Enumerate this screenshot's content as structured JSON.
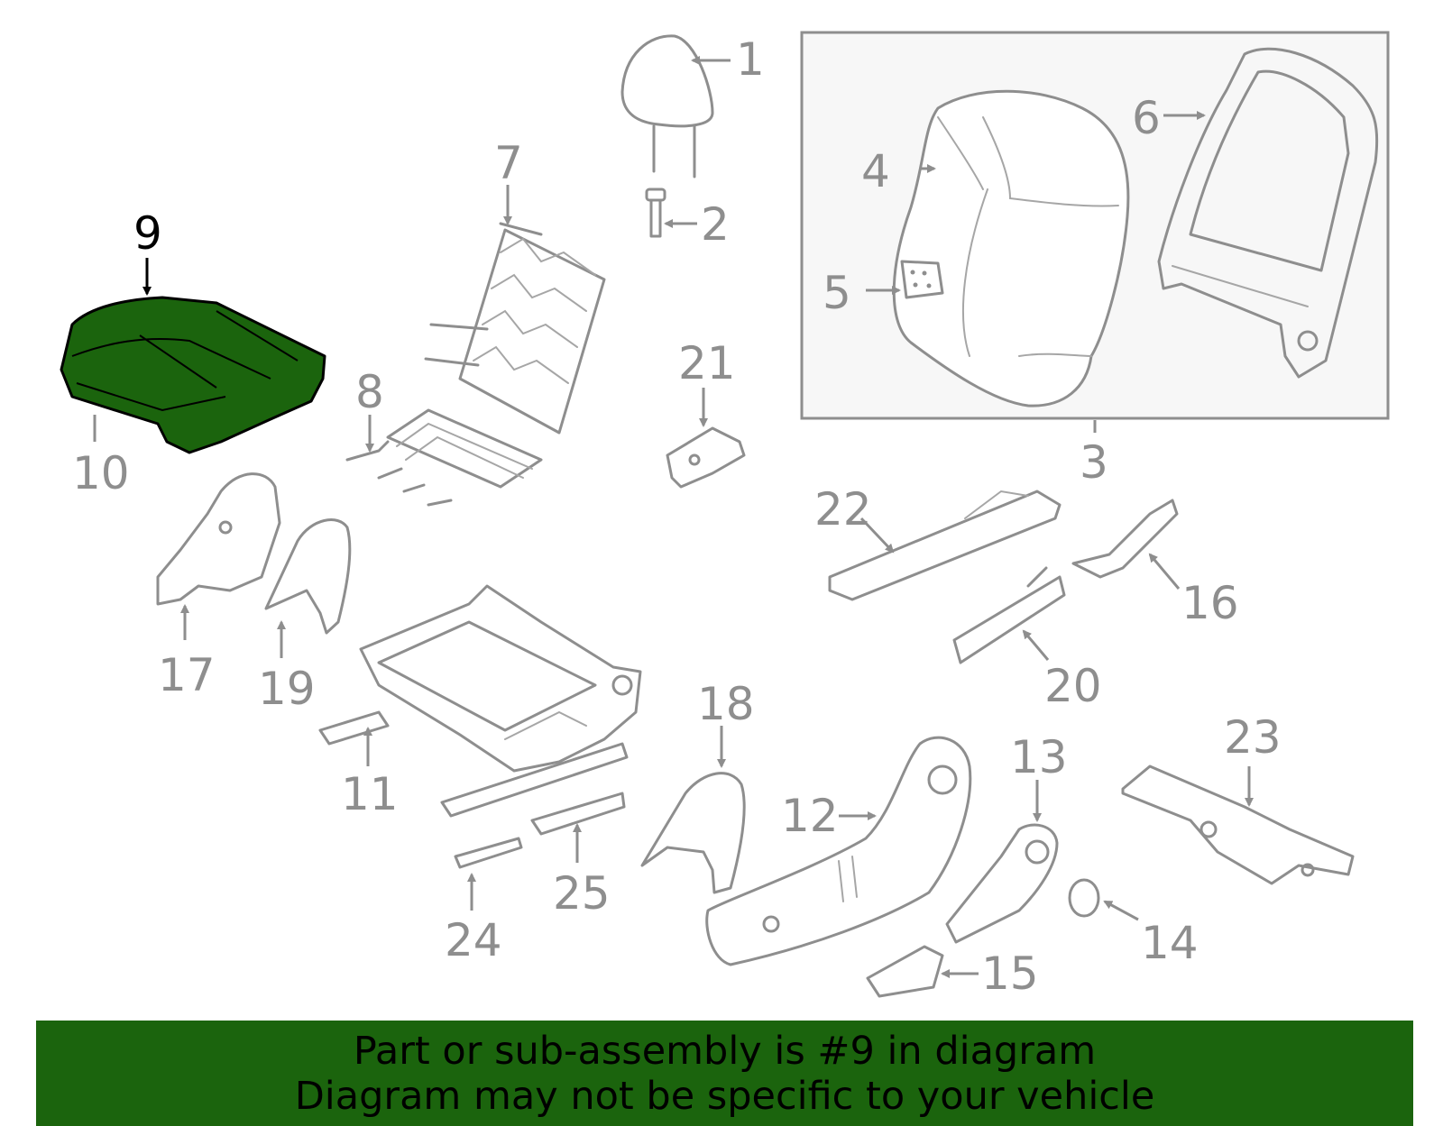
{
  "highlighted_part": "9",
  "colors": {
    "highlight_fill": "#1b640d",
    "line_gray": "#8e8e8e",
    "banner_bg": "#1b640d",
    "inset_bg": "#f7f7f7"
  },
  "callouts": {
    "c1": "1",
    "c2": "2",
    "c3": "3",
    "c4": "4",
    "c5": "5",
    "c6": "6",
    "c7": "7",
    "c8": "8",
    "c9": "9",
    "c10": "10",
    "c11": "11",
    "c12": "12",
    "c13": "13",
    "c14": "14",
    "c15": "15",
    "c16": "16",
    "c17": "17",
    "c18": "18",
    "c19": "19",
    "c20": "20",
    "c21": "21",
    "c22": "22",
    "c23": "23",
    "c24": "24",
    "c25": "25"
  },
  "banner": {
    "line1": "Part or sub-assembly is #9 in diagram",
    "line2": "Diagram may not be specific to your vehicle"
  }
}
